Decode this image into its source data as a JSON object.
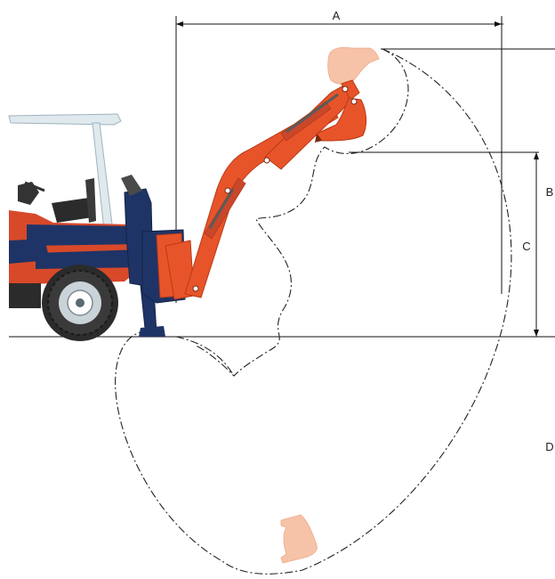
{
  "diagram": {
    "labels": {
      "a": "A",
      "b": "B",
      "c": "C",
      "d": "D"
    },
    "colors": {
      "boom": "#e8542a",
      "boom_dark": "#b83a17",
      "frame": "#1f3466",
      "frame_dark": "#142347",
      "tractor_red": "#d8492a",
      "canopy": "#dfe9ee",
      "bucket_ghost": "#f6c3a8",
      "tire": "#2b2b2b",
      "line": "#111111"
    },
    "icons": {
      "machine": "backhoe-tractor-icon",
      "bucket_top": "bucket-ghost-top-icon",
      "bucket_bottom": "bucket-ghost-bottom-icon"
    }
  }
}
